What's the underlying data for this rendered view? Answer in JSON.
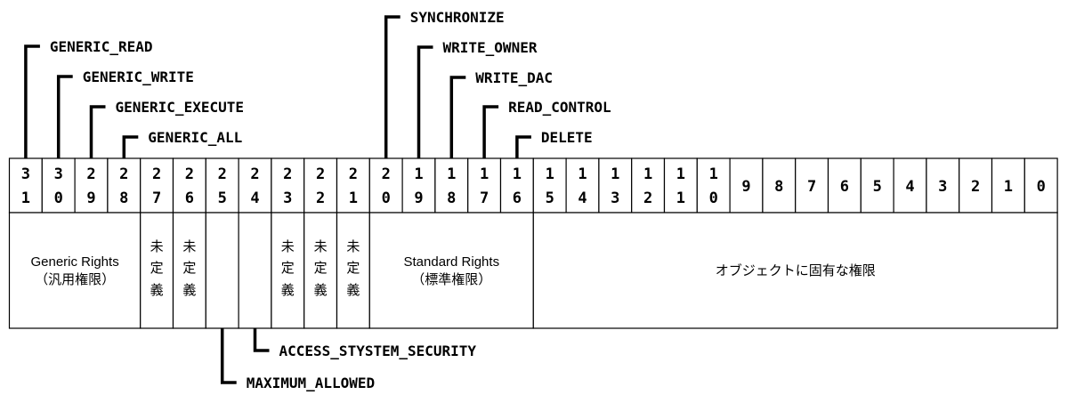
{
  "bits": [
    "31",
    "30",
    "29",
    "28",
    "27",
    "26",
    "25",
    "24",
    "23",
    "22",
    "21",
    "20",
    "19",
    "18",
    "17",
    "16",
    "15",
    "14",
    "13",
    "12",
    "11",
    "10",
    "9",
    "8",
    "7",
    "6",
    "5",
    "4",
    "3",
    "2",
    "1",
    "0"
  ],
  "regions": [
    {
      "from": 31,
      "to": 28,
      "lines": [
        "Generic Rights",
        "（汎用権限）"
      ],
      "style": "horizontal"
    },
    {
      "from": 27,
      "to": 27,
      "lines": [
        "未",
        "定",
        "義"
      ],
      "style": "vertical"
    },
    {
      "from": 26,
      "to": 26,
      "lines": [
        "未",
        "定",
        "義"
      ],
      "style": "vertical"
    },
    {
      "from": 25,
      "to": 25,
      "lines": [],
      "style": "empty"
    },
    {
      "from": 24,
      "to": 24,
      "lines": [],
      "style": "empty"
    },
    {
      "from": 23,
      "to": 23,
      "lines": [
        "未",
        "定",
        "義"
      ],
      "style": "vertical"
    },
    {
      "from": 22,
      "to": 22,
      "lines": [
        "未",
        "定",
        "義"
      ],
      "style": "vertical"
    },
    {
      "from": 21,
      "to": 21,
      "lines": [
        "未",
        "定",
        "義"
      ],
      "style": "vertical"
    },
    {
      "from": 20,
      "to": 16,
      "lines": [
        "Standard Rights",
        "（標準権限）"
      ],
      "style": "horizontal"
    },
    {
      "from": 15,
      "to": 0,
      "lines": [
        "オブジェクトに固有な権限"
      ],
      "style": "horizontal"
    }
  ],
  "top_flags": [
    {
      "bit": 31,
      "label": "GENERIC_READ"
    },
    {
      "bit": 30,
      "label": "GENERIC_WRITE"
    },
    {
      "bit": 29,
      "label": "GENERIC_EXECUTE"
    },
    {
      "bit": 28,
      "label": "GENERIC_ALL"
    },
    {
      "bit": 20,
      "label": "SYNCHRONIZE"
    },
    {
      "bit": 19,
      "label": "WRITE_OWNER"
    },
    {
      "bit": 18,
      "label": "WRITE_DAC"
    },
    {
      "bit": 17,
      "label": "READ_CONTROL"
    },
    {
      "bit": 16,
      "label": "DELETE"
    }
  ],
  "bottom_flags": [
    {
      "bit": 24,
      "label": "ACCESS_STYSTEM_SECURITY"
    },
    {
      "bit": 25,
      "label": "MAXIMUM_ALLOWED"
    }
  ]
}
